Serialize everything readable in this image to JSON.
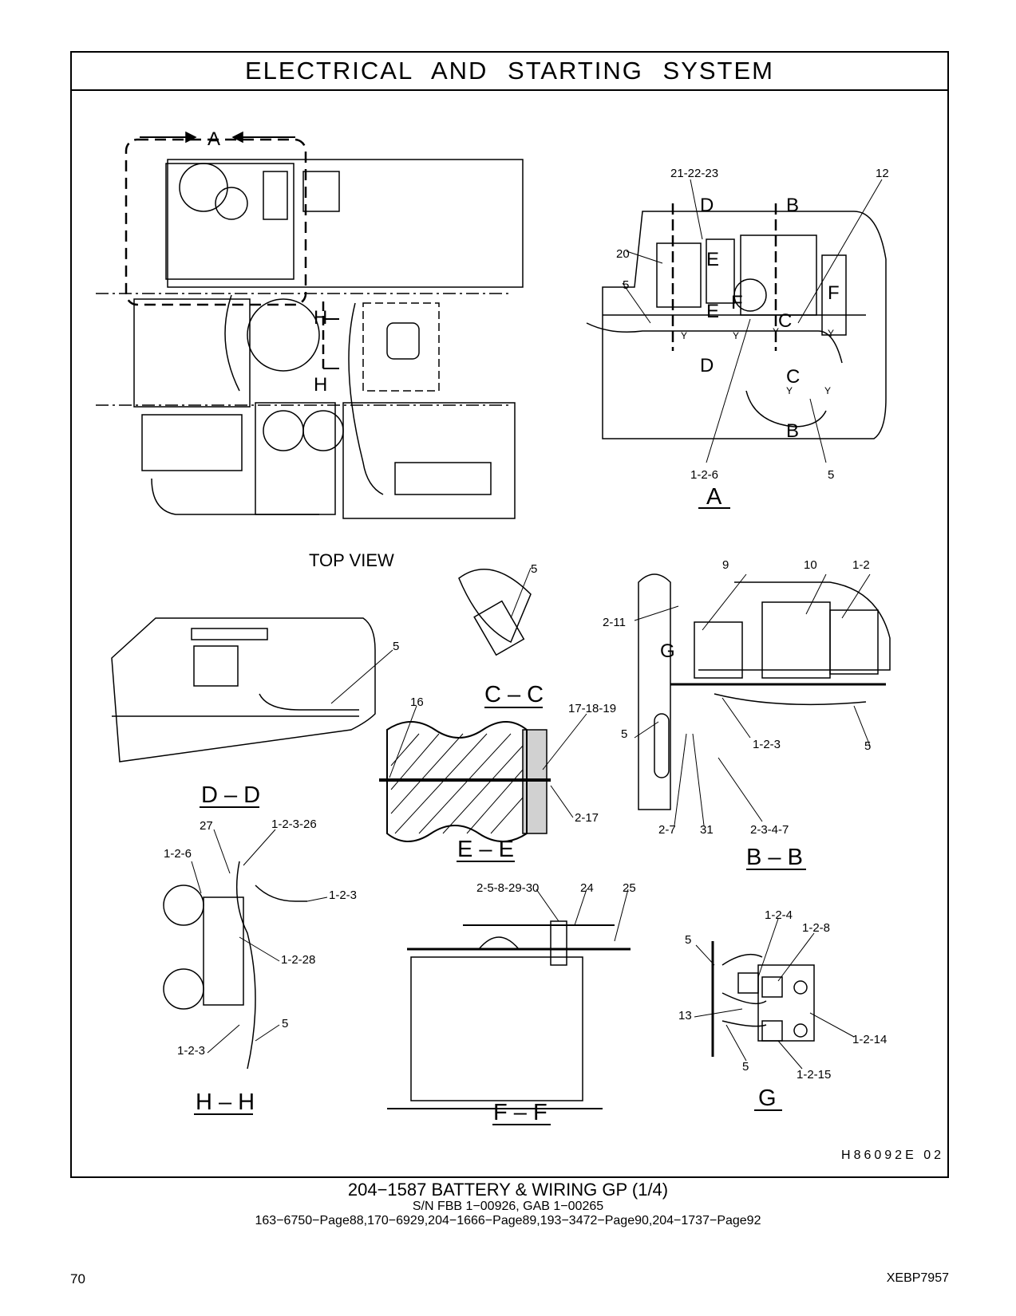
{
  "header": {
    "title": "ELECTRICAL AND STARTING SYSTEM"
  },
  "views": {
    "top_view": {
      "caption": "TOP VIEW",
      "markers": [
        "A",
        "H",
        "H"
      ]
    },
    "view_a": {
      "caption": "A",
      "callouts": [
        "21-22-23",
        "12",
        "20",
        "5",
        "1-2-6",
        "5"
      ],
      "section_marks": [
        "D",
        "D",
        "B",
        "B",
        "E",
        "E",
        "F",
        "F",
        "C",
        "C"
      ],
      "wire_marks": [
        "Y",
        "Y",
        "Y",
        "Y",
        "Y",
        "Y"
      ]
    },
    "view_cc": {
      "caption": "C – C",
      "callouts": [
        "5"
      ]
    },
    "view_dd": {
      "caption": "D – D",
      "callouts": [
        "5"
      ]
    },
    "view_ee": {
      "caption": "E – E",
      "callouts": [
        "16",
        "17-18-19",
        "2-17"
      ]
    },
    "view_bb": {
      "caption": "B – B",
      "callouts": [
        "9",
        "10",
        "1-2",
        "2-11",
        "5",
        "1-2-3",
        "5",
        "2-7",
        "31",
        "2-3-4-7"
      ],
      "section_marks": [
        "G"
      ]
    },
    "view_hh": {
      "caption": "H – H",
      "callouts": [
        "27",
        "1-2-3-26",
        "1-2-6",
        "1-2-3",
        "1-2-28",
        "5",
        "1-2-3"
      ]
    },
    "view_ff": {
      "caption": "F – F",
      "callouts": [
        "2-5-8-29-30",
        "24",
        "25"
      ]
    },
    "view_g": {
      "caption": "G",
      "callouts": [
        "1-2-4",
        "1-2-8",
        "5",
        "13",
        "5",
        "1-2-14",
        "1-2-15"
      ]
    }
  },
  "drawing_code": "H86092E   02",
  "footer": {
    "line1": "204−1587  BATTERY  &  WIRING  GP  (1/4)",
    "line2": "S/N FBB 1−00926, GAB 1−00265",
    "line3": "163−6750−Page88,170−6929,204−1666−Page89,193−3472−Page90,204−1737−Page92"
  },
  "page_number": "70",
  "document_code": "XEBP7957"
}
